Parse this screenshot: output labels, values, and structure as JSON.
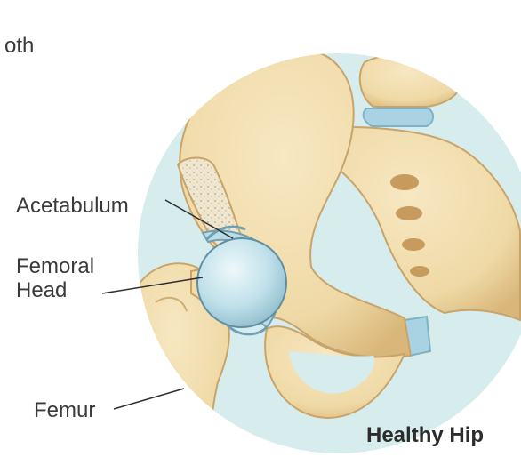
{
  "labels": {
    "partial_text": "oth",
    "acetabulum": "Acetabulum",
    "femoral_head_line1": "Femoral",
    "femoral_head_line2": "Head",
    "femur": "Femur"
  },
  "caption": "Healthy Hip",
  "colors": {
    "background_circle": "#d7ecec",
    "bone": "#efd9a6",
    "bone_shadow": "#d8b677",
    "cartilage": "#bfe0ea",
    "marrow": "#efe6cf",
    "text": "#3a3a3a"
  }
}
